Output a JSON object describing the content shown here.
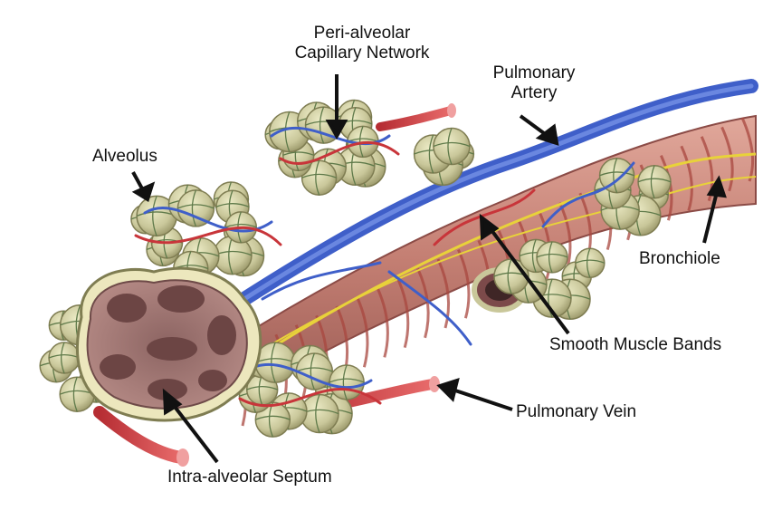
{
  "labels": {
    "peri_alveolar_line1": "Peri-alveolar",
    "peri_alveolar_line2": "Capillary Network",
    "pulmonary_artery_line1": "Pulmonary",
    "pulmonary_artery_line2": "Artery",
    "alveolus": "Alveolus",
    "bronchiole": "Bronchiole",
    "smooth_muscle_bands": "Smooth Muscle Bands",
    "pulmonary_vein": "Pulmonary Vein",
    "intra_alveolar_septum": "Intra-alveolar Septum"
  },
  "colors": {
    "alveolus_fill": "#c9c79a",
    "alveolus_edge": "#7f7d52",
    "capillary_blue": "#3f5fc9",
    "capillary_red": "#c8353a",
    "bronchiole_tissue": "#c98a7f",
    "nerve_yellow": "#e8d23a",
    "septum_cut": "#a57b78",
    "arrow": "#111111"
  }
}
